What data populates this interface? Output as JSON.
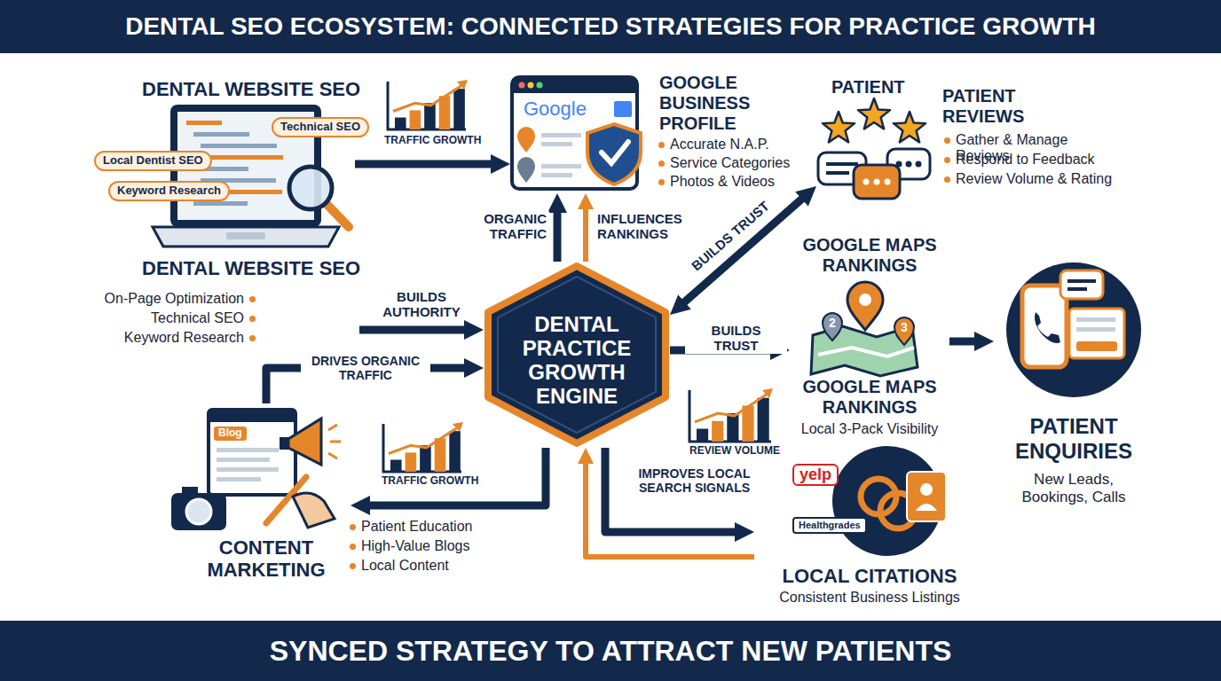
{
  "diagram": {
    "title": "DENTAL SEO ECOSYSTEM: CONNECTED STRATEGIES FOR PRACTICE GROWTH",
    "caption": "SYNCED STRATEGY TO ATTRACT NEW PATIENTS",
    "nodes": [
      {
        "text": [
          "DENTAL WEBSITE SEO"
        ]
      },
      {
        "text": [
          "GOOGLE BUSINESS PROFILE",
          "Accurate N.A.P.",
          "Service Categories",
          "Photos & Videos"
        ]
      },
      {
        "text": [
          "PATIENT",
          "PATIENT REVIEWS",
          "Gather & Manage Reviews",
          "Respond to Feedback",
          "Review Volume & Rating"
        ]
      },
      {
        "text": [
          "DENTAL WEBSITE SEO",
          "On-Page Optimization",
          "Technical SEO",
          "Keyword Research"
        ]
      },
      {
        "text": [
          "DENTAL PRACTICE GROWTH ENGINE"
        ]
      },
      {
        "text": [
          "GOOGLE MAPS RANKINGS",
          "GOOGLE MAPS RANKINGS",
          "Local 3-Pack Visibility"
        ]
      },
      {
        "text": [
          "PATIENT ENQUIRIES",
          "New Leads, Bookings, Calls"
        ]
      },
      {
        "text": [
          "CONTENT MARKETING",
          "Patient Education",
          "High-Value Blogs",
          "Local Content"
        ]
      },
      {
        "text": [
          "LOCAL CITATIONS",
          "Consistent Business Listings"
        ]
      }
    ],
    "edges": [
      {
        "from": 0,
        "to": 1,
        "arrow": "to"
      },
      {
        "from": 4,
        "to": 1,
        "label": "ORGANIC TRAFFIC",
        "arrow": "to"
      },
      {
        "from": 4,
        "to": 1,
        "label": "INFLUENCES RANKINGS",
        "arrow": "to"
      },
      {
        "from": 4,
        "to": 2,
        "label": "BUILDS TRUST",
        "arrow": "both"
      },
      {
        "from": 3,
        "to": 4,
        "label": "BUILDS AUTHORITY",
        "arrow": "to"
      },
      {
        "from": 7,
        "to": 4,
        "label": "DRIVES ORGANIC TRAFFIC",
        "arrow": "to"
      },
      {
        "from": 4,
        "to": 5,
        "label": "BUILDS TRUST",
        "arrow": "to"
      },
      {
        "from": 5,
        "to": 6,
        "arrow": "to"
      },
      {
        "from": 4,
        "to": 7,
        "arrow": "to"
      },
      {
        "from": 4,
        "to": 8,
        "label": "IMPROVES LOCAL SEARCH SIGNALS",
        "arrow": "to"
      },
      {
        "from": 8,
        "to": 4,
        "arrow": "to"
      }
    ],
    "labels": [
      "Technical SEO",
      "Local Dentist SEO",
      "Keyword Research",
      "Google",
      "TRAFFIC GROWTH",
      "yelp",
      "Healthgrades",
      "REVIEW VOLUME",
      "TRAFFIC GROWTH",
      "Blog",
      "2",
      "3"
    ]
  }
}
